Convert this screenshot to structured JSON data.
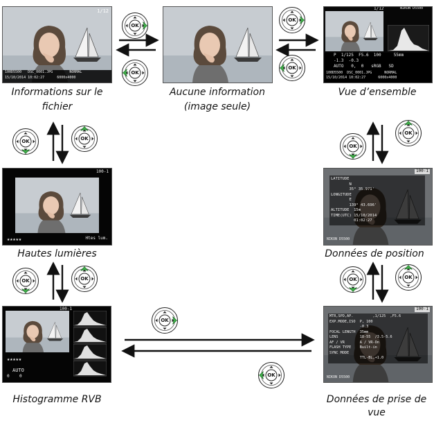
{
  "captions": {
    "file_info": [
      "Informations sur le",
      "fichier"
    ],
    "no_info": [
      "Aucune information",
      "(image seule)"
    ],
    "overview": "Vue d’ensemble",
    "highlights": "Hautes lumières",
    "position": "Données de position",
    "rgb_histogram": "Histogramme RVB",
    "shooting_data": [
      "Données de prise de",
      "vue"
    ]
  },
  "multiselector_label": "OK",
  "screens": {
    "file_info": {
      "counter": "1/12",
      "line1": "100D5500   DSC_0001.JPG        NORMAL",
      "line2": "15/10/2014 10:02:27      6000x4000"
    },
    "overview": {
      "counter": "1/12",
      "model": "NIKON D5500",
      "row1": "P  1/125  F5.6  100     55mm",
      "row2": "-1.3  -0.3    ",
      "row3": "AUTO   0,  0   sRGB   SD",
      "line1": "100D5500  DSC_0001.JPG      NORMAL",
      "line2": "15/10/2014 10:02:27      6000x4000"
    },
    "highlights": {
      "counter": "100-1",
      "rating": "★★★★★",
      "label": "Htes lum."
    },
    "position": {
      "counter": "100-1",
      "lines": [
        "LATITUDE",
        "        N",
        "        35° 35.971'",
        "LONGITUDE",
        "        E",
        "        139° 43.696'",
        "ALTITUDE  15m",
        "TIME(UTC) 15/10/2014",
        "          01:02:27"
      ],
      "model": "NIKON D5500"
    },
    "rgb_histogram": {
      "counter": "100-1",
      "rating": "★★★★★",
      "wb": "AUTO",
      "wb_value": "0    0"
    },
    "shooting_data": {
      "counter": "100-1",
      "lines": [
        "MTR,SPD,AP.         ,1/125  ,F5.6",
        "EXP.MODE,ISO  P, 100",
        "              -0.3",
        "FOCAL LENGTH  35mm",
        "LENS          18-55  /3.5-5.6",
        "AF / VR       A / VR-On",
        "FLASH TYPE    Built-in",
        "SYNC MODE     ",
        "              TTL-BL,+1.0"
      ],
      "model": "NIKON D5500"
    }
  }
}
